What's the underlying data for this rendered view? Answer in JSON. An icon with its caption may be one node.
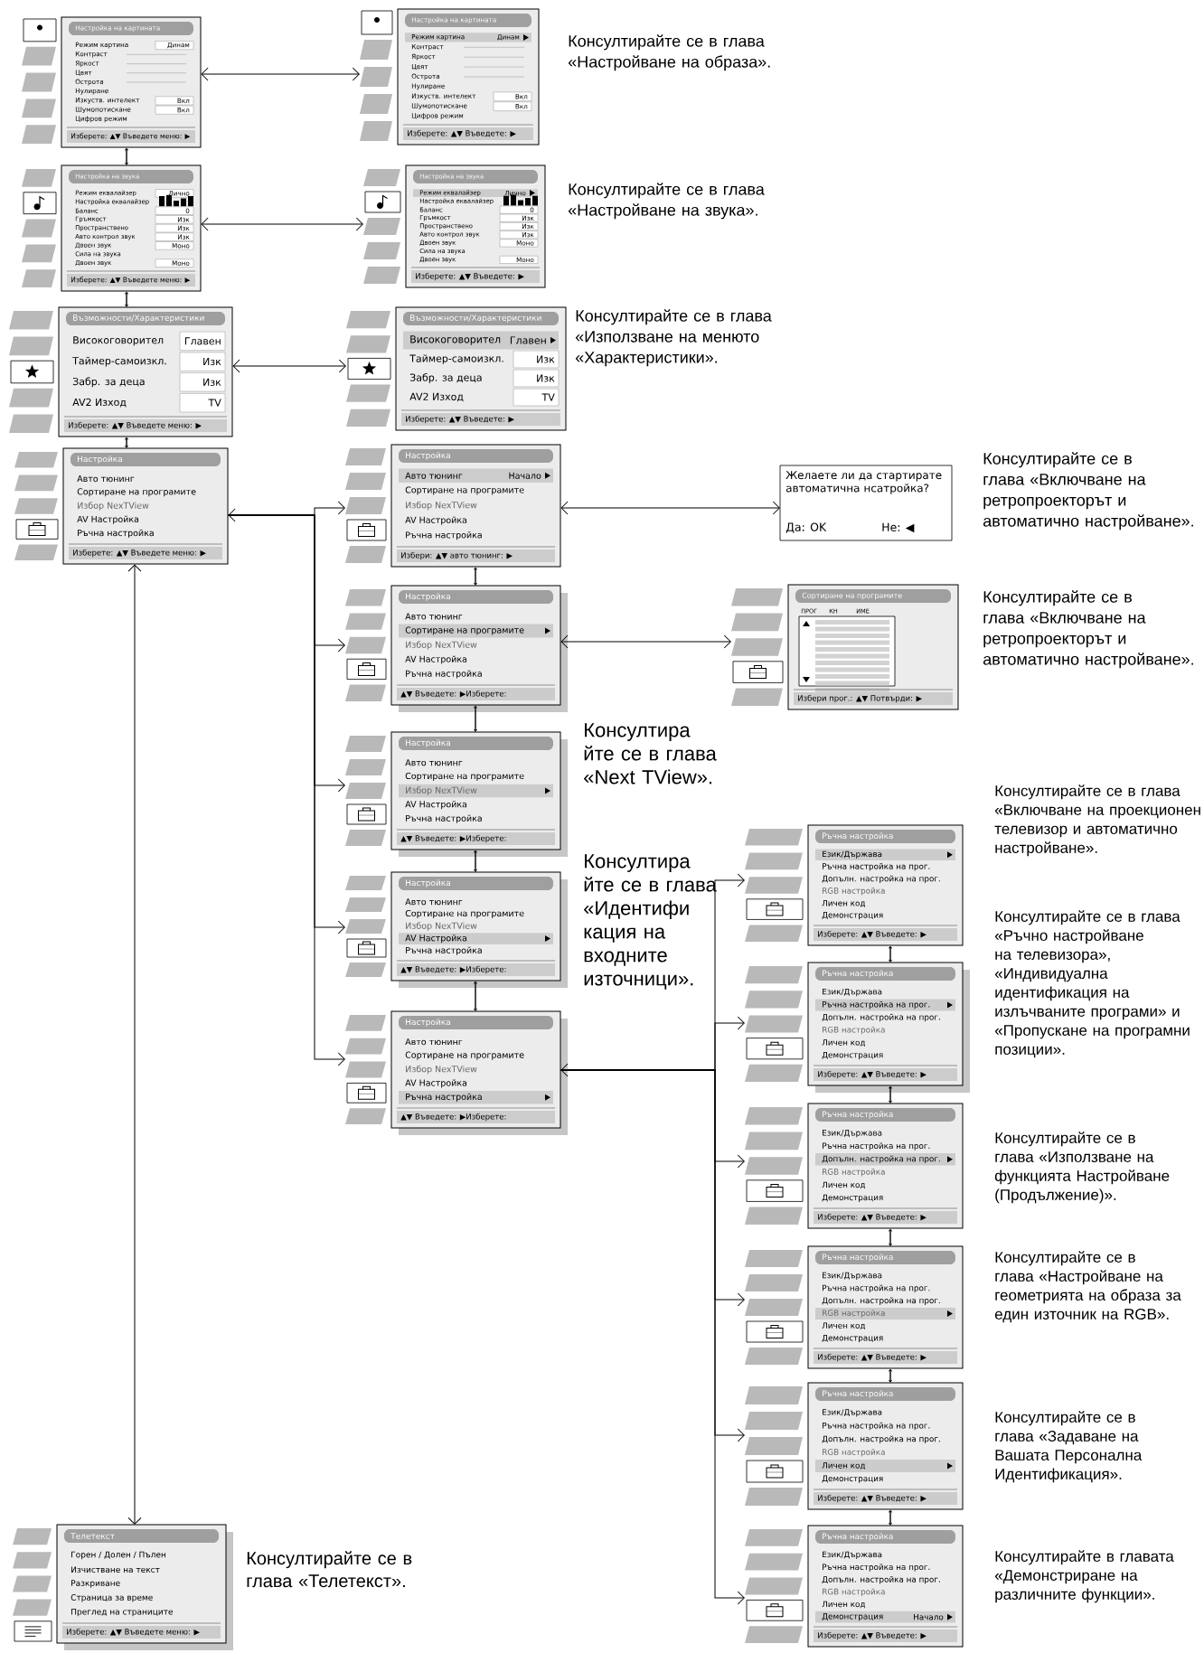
{
  "diagram": {
    "nodes": [
      {
        "text": [
          "Настройка на картината",
          "Режим картина",
          "Динам",
          "Контраст",
          "Яркост",
          "Цвят",
          "Острота",
          "Нулиране",
          "Изкуств. интелект",
          "Вкл",
          "Шумопотискане",
          "Вкл",
          "Цифров режим",
          "Изберете: ▲▼ Въведете меню: ▶"
        ]
      },
      {
        "text": [
          "Настройка на картината",
          "Режим картина",
          "Динам",
          "Контраст",
          "Яркост",
          "Цвят",
          "Острота",
          "Нулиране",
          "Изкуств. интелект",
          "Вкл",
          "Шумопотискане",
          "Вкл",
          "Цифров режим",
          "Изберете: ▲▼ Въведете: ▶"
        ],
        "beside": [
          "Консултирайте се в глава «Настройване на образа»."
        ]
      },
      {
        "text": [
          "Настройка на звука",
          "Режим еквалайзер",
          "Лично",
          "Настройка еквалайзер",
          "Баланс",
          "0",
          "Гръмкост",
          "Изк",
          "Пространствено",
          "Изк",
          "Авто контрол звук",
          "Изк",
          "Двоен звук",
          "Моно",
          "Сила на звука",
          "Двоен звук",
          "Моно",
          "Изберете: ▲▼ Въведете меню: ▶"
        ]
      },
      {
        "text": [
          "Настройка на звука",
          "Режим еквалайзер",
          "Лично",
          "Настройка еквалайзер",
          "Баланс",
          "0",
          "Гръмкост",
          "Изк",
          "Пространствено",
          "Изк",
          "Авто контрол звук",
          "Изк",
          "Двоен звук",
          "Моно",
          "Сила на звука",
          "Двоен звук",
          "Моно",
          "Изберете: ▲▼ Въведете: ▶"
        ],
        "beside": [
          "Консултирайте се в глава «Настройване на звука»."
        ]
      },
      {
        "text": [
          "Възможности/Характеристики",
          "Високоговорител",
          "Главен",
          "Таймер-самоизкл.",
          "Изк",
          "Забр. за деца",
          "Изк",
          "AV2 Изход",
          "TV",
          "Изберете: ▲▼ Въведете меню: ▶"
        ]
      },
      {
        "text": [
          "Възможности/Характеристики",
          "Високоговорител",
          "Главен",
          "Таймер-самоизкл.",
          "Изк",
          "Забр. за деца",
          "Изк",
          "AV2 Изход",
          "TV",
          "Изберете: ▲▼ Въведете: ▶"
        ],
        "beside": [
          "Консултирайте се в глава «Използване на менюто «Характеристики»."
        ]
      },
      {
        "text": [
          "Настройка",
          "Авто тюнинг",
          "Сортиране на програмите",
          "Избор NexTView",
          "AV Настройка",
          "Ръчна настройка",
          "Изберете: ▲▼ Въведете меню: ▶"
        ]
      },
      {
        "text": [
          "Настройка",
          "Авто тюнинг",
          "Начало",
          "Сортиране на програмите",
          "Избор NexTView",
          "AV Настройка",
          "Ръчна настройка",
          "Избери: ▲▼ авто тюнинг: ▶"
        ]
      },
      {
        "text": [
          "Желаете ли да стартирате автоматична нсатройка?",
          "Да: OK",
          "Не: ◀"
        ],
        "beside": [
          "Консултирайте се в глава «Включване на ретропроекторът и автоматично настройване»."
        ]
      },
      {
        "text": [
          "Настройка",
          "Авто тюнинг",
          "Сортиране на програмите",
          "Избор NexTView",
          "AV Настройка",
          "Ръчна настройка",
          "▲▼ Въведете: ▶Изберете:"
        ]
      },
      {
        "text": [
          "Сортиране на програмите",
          "ПРОГ",
          "КН",
          "ИМЕ",
          "Избери прог.: ▲▼ Потвърди: ▶"
        ],
        "beside": [
          "Консултирайте се в глава «Включване на ретропроекторът и автоматично настройване»."
        ]
      },
      {
        "text": [
          "Настройка",
          "Авто тюнинг",
          "Сортиране на програмите",
          "Избор NexTView",
          "AV Настройка",
          "Ръчна настройка",
          "▲▼ Въведете: ▶Изберете:"
        ],
        "beside": [
          "Консултира йте се в глава «Next TView»."
        ]
      },
      {
        "text": [
          "Настройка",
          "Авто тюнинг",
          "Сортиране на програмите",
          "Избор NexTView",
          "AV Настройка",
          "Ръчна настройка",
          "▲▼ Въведете: ▶Изберете:"
        ],
        "beside": [
          "Консултира йте се в глава «Идентифи кация на входните източници»."
        ]
      },
      {
        "text": [
          "Настройка",
          "Авто тюнинг",
          "Сортиране на програмите",
          "Избор NexTView",
          "AV Настройка",
          "Ръчна настройка",
          "▲▼ Въведете: ▶Изберете:"
        ]
      },
      {
        "text": [
          "Ръчна настройка",
          "Език/Държава",
          "Ръчна настройка на прог.",
          "Допълн. настройка на прог.",
          "RGB настройка",
          "Личен код",
          "Демонстрация",
          "Изберете: ▲▼ Въведете: ▶"
        ],
        "beside": [
          "Консултирайте се в глава «Включване на проекционен телевизор и автоматично настройване»."
        ]
      },
      {
        "text": [
          "Ръчна настройка",
          "Език/Държава",
          "Ръчна настройка на прог.",
          "Допълн. настройка на прог.",
          "RGB настройка",
          "Личен код",
          "Демонстрация",
          "Изберете: ▲▼ Въведете: ▶"
        ],
        "beside": [
          "Консултирайте се в глава «Ръчно настройване на телевизора», «Индивидуална идентификация на излъчваните програми» и «Пропускане на програмни позиции»."
        ]
      },
      {
        "text": [
          "Ръчна настройка",
          "Език/Държава",
          "Ръчна настройка на прог.",
          "Допълн. настройка на прог.",
          "RGB настройка",
          "Личен код",
          "Демонстрация",
          "Изберете: ▲▼ Въведете: ▶"
        ],
        "beside": [
          "Консултирайте се в глава «Използване на функцията Настройване (Продължение)»."
        ]
      },
      {
        "text": [
          "Ръчна настройка",
          "Език/Държава",
          "Ръчна настройка на прог.",
          "Допълн. настройка на прог.",
          "RGB настройка",
          "Личен код",
          "Демонстрация",
          "Изберете: ▲▼ Въведете: ▶"
        ],
        "beside": [
          "Консултирайте се в глава «Настройване на геометрията на образа за един източник на RGB»."
        ]
      },
      {
        "text": [
          "Ръчна настройка",
          "Език/Държава",
          "Ръчна настройка на прог.",
          "Допълн. настройка на прог.",
          "RGB настройка",
          "Личен код",
          "Демонстрация",
          "Изберете: ▲▼ Въведете: ▶"
        ],
        "beside": [
          "Консултирайте се в глава «Задаване на Вашата Персонална Идентификация»."
        ]
      },
      {
        "text": [
          "Ръчна настройка",
          "Език/Държава",
          "Ръчна настройка на прог.",
          "Допълн. настройка на прог.",
          "RGB настройка",
          "Личен код",
          "Демонстрация",
          "Начало",
          "Изберете: ▲▼ Въведете: ▶"
        ],
        "beside": [
          "Консултирайте в главата «Демонстриране на различните функции»."
        ]
      },
      {
        "text": [
          "Телетекст",
          "Горен / Долен / Пълен",
          "Изчистване на текст",
          "Разкриване",
          "Страница за време",
          "Преглед на страниците",
          "Изберете: ▲▼ Въведете меню: ▶"
        ],
        "beside": [
          "Консултирайте се в глава «Телетекст»."
        ]
      }
    ],
    "edges": [
      {
        "from": 0,
        "to": 1,
        "arrow": "both"
      },
      {
        "from": 2,
        "to": 3,
        "arrow": "both"
      },
      {
        "from": 4,
        "to": 5,
        "arrow": "both"
      },
      {
        "from": 6,
        "to": 7,
        "arrow": "both"
      },
      {
        "from": 6,
        "to": 9,
        "arrow": "both"
      },
      {
        "from": 6,
        "to": 11,
        "arrow": "both"
      },
      {
        "from": 6,
        "to": 12,
        "arrow": "both"
      },
      {
        "from": 6,
        "to": 13,
        "arrow": "both"
      },
      {
        "from": 7,
        "to": 8,
        "arrow": "both"
      },
      {
        "from": 9,
        "to": 10,
        "arrow": "both"
      },
      {
        "from": 13,
        "to": 14,
        "arrow": "both"
      },
      {
        "from": 13,
        "to": 15,
        "arrow": "both"
      },
      {
        "from": 13,
        "to": 16,
        "arrow": "both"
      },
      {
        "from": 13,
        "to": 17,
        "arrow": "both"
      },
      {
        "from": 13,
        "to": 18,
        "arrow": "both"
      },
      {
        "from": 13,
        "to": 19,
        "arrow": "both"
      },
      {
        "from": 6,
        "to": 20,
        "arrow": "both"
      },
      {
        "from": 0,
        "to": 2,
        "arrow": "both"
      },
      {
        "from": 2,
        "to": 4,
        "arrow": "both"
      },
      {
        "from": 4,
        "to": 6,
        "arrow": "both"
      },
      {
        "from": 7,
        "to": 9,
        "arrow": "both"
      },
      {
        "from": 9,
        "to": 11,
        "arrow": "both"
      },
      {
        "from": 11,
        "to": 12,
        "arrow": "both"
      },
      {
        "from": 12,
        "to": 13,
        "arrow": "both"
      },
      {
        "from": 14,
        "to": 15,
        "arrow": "both"
      },
      {
        "from": 15,
        "to": 16,
        "arrow": "both"
      },
      {
        "from": 16,
        "to": 17,
        "arrow": "both"
      },
      {
        "from": 17,
        "to": 18,
        "arrow": "both"
      },
      {
        "from": 18,
        "to": 19,
        "arrow": "both"
      }
    ]
  }
}
